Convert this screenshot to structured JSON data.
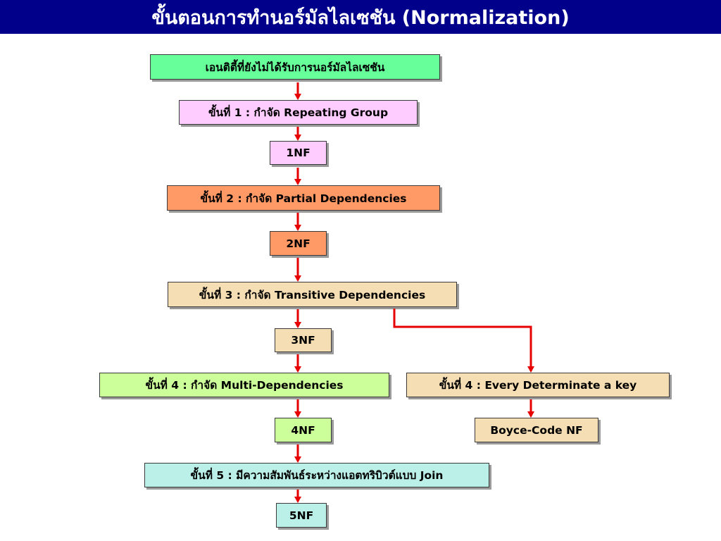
{
  "title": "ขั้นตอนการทำนอร์มัลไลเซชัน (Normalization)",
  "colors": {
    "title_bg": "#00008b",
    "green": "#66ff99",
    "pink": "#ffccff",
    "orange": "#ff9966",
    "tan": "#f5deb3",
    "lime": "#ccff99",
    "aqua": "#bbf0e8",
    "arrow": "#e60000"
  },
  "nodes": {
    "unnormalized": "เอนติตี้ที่ยังไม่ได้รับการนอร์มัลไลเซชัน",
    "step1": "ขั้นที่ 1 : กำจัด Repeating Group",
    "nf1": "1NF",
    "step2": "ขั้นที่ 2 : กำจัด Partial Dependencies",
    "nf2": "2NF",
    "step3": "ขั้นที่ 3 : กำจัด Transitive Dependencies",
    "nf3": "3NF",
    "step4": "ขั้นที่ 4 : กำจัด Multi-Dependencies",
    "step4_bcnf": "ขั้นที่ 4 : Every Determinate a key",
    "nf4": "4NF",
    "bcnf": "Boyce-Code NF",
    "step5": "ขั้นที่ 5 : มีความสัมพันธ์ระหว่างแอตทริบิวต์แบบ Join",
    "nf5": "5NF"
  },
  "edges": [
    [
      "unnormalized",
      "step1"
    ],
    [
      "step1",
      "nf1"
    ],
    [
      "nf1",
      "step2"
    ],
    [
      "step2",
      "nf2"
    ],
    [
      "nf2",
      "step3"
    ],
    [
      "step3",
      "nf3"
    ],
    [
      "step3",
      "step4_bcnf"
    ],
    [
      "nf3",
      "step4"
    ],
    [
      "step4",
      "nf4"
    ],
    [
      "step4_bcnf",
      "bcnf"
    ],
    [
      "nf4",
      "step5"
    ],
    [
      "step5",
      "nf5"
    ]
  ]
}
